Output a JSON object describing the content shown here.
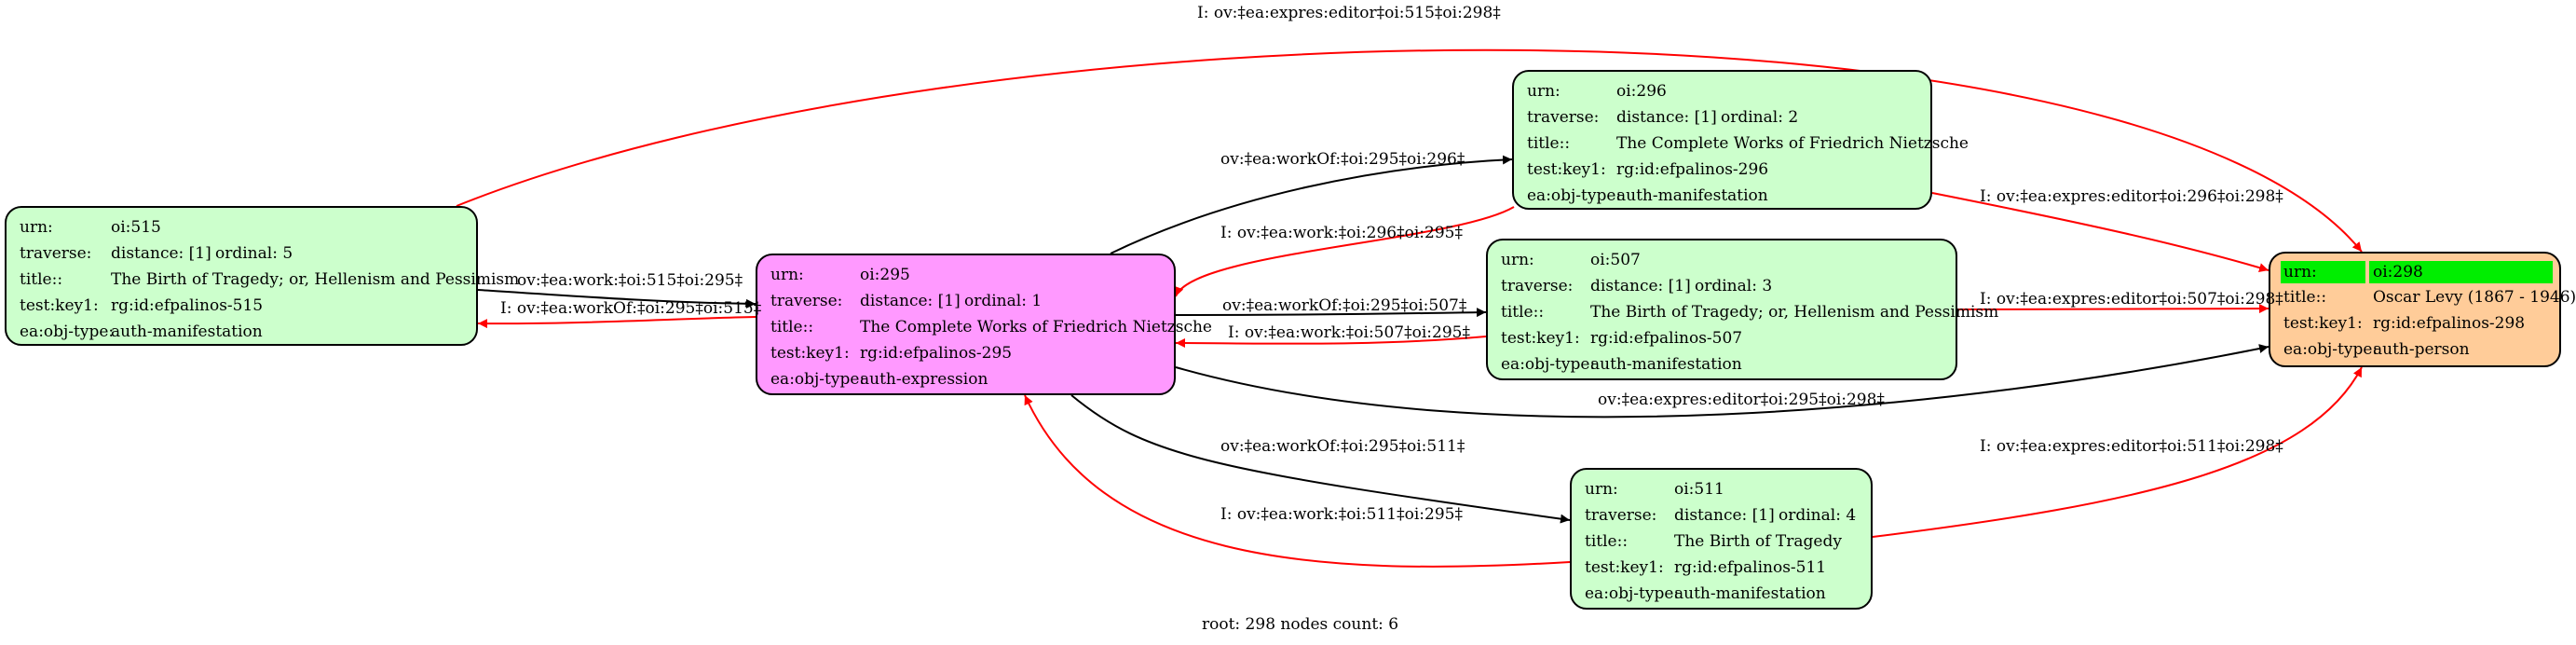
{
  "colors": {
    "expression_fill": "#ff99ff",
    "manifestation_fill": "#ccffcc",
    "person_fill": "#ffcc99",
    "header_highlight": "#00ee00",
    "edge_forward": "#000000",
    "edge_reverse": "#ff0000"
  },
  "nodes": {
    "n515": {
      "urn_key": "urn:",
      "urn": "oi:515",
      "traverse_key": "traverse:",
      "distance": "distance: [1]",
      "ordinal": "ordinal: 5",
      "title_key": "title::",
      "title": "The Birth of Tragedy; or, Hellenism and Pessimism",
      "testkey_key": "test:key1:",
      "testkey": "rg:id:efpalinos-515",
      "objtype_key": "ea:obj-type:",
      "objtype": "auth-manifestation"
    },
    "n295": {
      "urn_key": "urn:",
      "urn": "oi:295",
      "traverse_key": "traverse:",
      "distance": "distance: [1]",
      "ordinal": "ordinal: 1",
      "title_key": "title::",
      "title": "The Complete Works of Friedrich Nietzsche",
      "testkey_key": "test:key1:",
      "testkey": "rg:id:efpalinos-295",
      "objtype_key": "ea:obj-type:",
      "objtype": "auth-expression"
    },
    "n296": {
      "urn_key": "urn:",
      "urn": "oi:296",
      "traverse_key": "traverse:",
      "distance": "distance: [1]",
      "ordinal": "ordinal: 2",
      "title_key": "title::",
      "title": "The Complete Works of Friedrich Nietzsche",
      "testkey_key": "test:key1:",
      "testkey": "rg:id:efpalinos-296",
      "objtype_key": "ea:obj-type:",
      "objtype": "auth-manifestation"
    },
    "n507": {
      "urn_key": "urn:",
      "urn": "oi:507",
      "traverse_key": "traverse:",
      "distance": "distance: [1]",
      "ordinal": "ordinal: 3",
      "title_key": "title::",
      "title": "The Birth of Tragedy; or, Hellenism and Pessimism",
      "testkey_key": "test:key1:",
      "testkey": "rg:id:efpalinos-507",
      "objtype_key": "ea:obj-type:",
      "objtype": "auth-manifestation"
    },
    "n511": {
      "urn_key": "urn:",
      "urn": "oi:511",
      "traverse_key": "traverse:",
      "distance": "distance: [1]",
      "ordinal": "ordinal: 4",
      "title_key": "title::",
      "title": "The Birth of Tragedy",
      "testkey_key": "test:key1:",
      "testkey": "rg:id:efpalinos-511",
      "objtype_key": "ea:obj-type:",
      "objtype": "auth-manifestation"
    },
    "n298": {
      "urn_key": "urn:",
      "urn": "oi:298",
      "title_key": "title::",
      "title": "Oscar Levy (1867 - 1946)",
      "testkey_key": "test:key1:",
      "testkey": "rg:id:efpalinos-298",
      "objtype_key": "ea:obj-type:",
      "objtype": "auth-person"
    }
  },
  "edges": {
    "e515_298": "I: ov:‡ea:expres:editor‡oi:515‡oi:298‡",
    "e515_295": "ov:‡ea:work:‡oi:515‡oi:295‡",
    "e295_515": "I: ov:‡ea:workOf:‡oi:295‡oi:515‡",
    "e295_296": "ov:‡ea:workOf:‡oi:295‡oi:296‡",
    "e296_295": "I: ov:‡ea:work:‡oi:296‡oi:295‡",
    "e296_298": "I: ov:‡ea:expres:editor‡oi:296‡oi:298‡",
    "e295_507": "ov:‡ea:workOf:‡oi:295‡oi:507‡",
    "e507_295": "I: ov:‡ea:work:‡oi:507‡oi:295‡",
    "e507_298": "I: ov:‡ea:expres:editor‡oi:507‡oi:298‡",
    "e295_298": "ov:‡ea:expres:editor‡oi:295‡oi:298‡",
    "e295_511": "ov:‡ea:workOf:‡oi:295‡oi:511‡",
    "e511_295": "I: ov:‡ea:work:‡oi:511‡oi:295‡",
    "e511_298": "I: ov:‡ea:expres:editor‡oi:511‡oi:298‡"
  },
  "footer": "root: 298 nodes count: 6"
}
